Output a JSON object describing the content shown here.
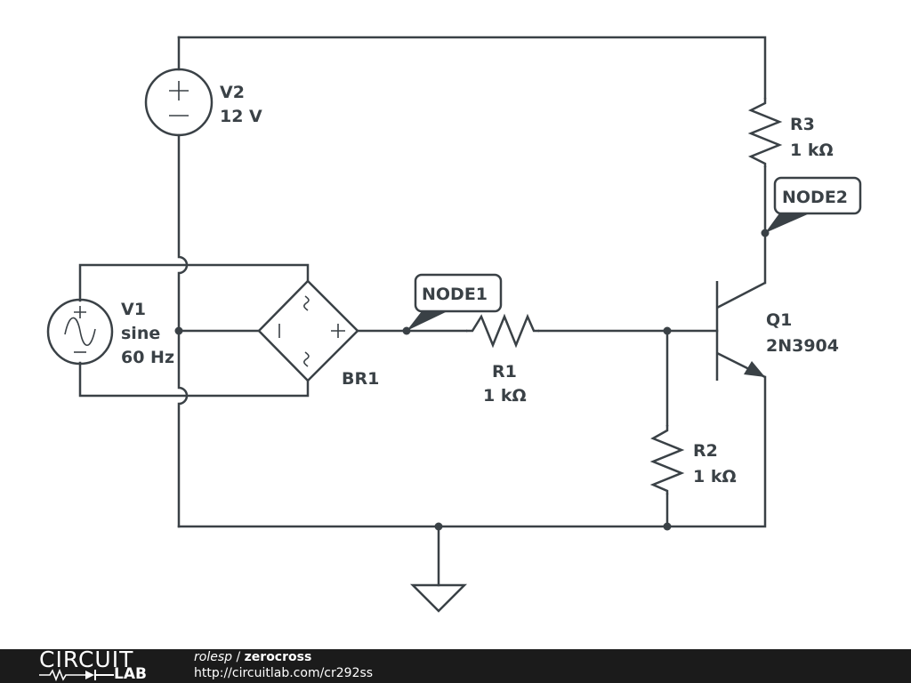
{
  "components": {
    "V2": {
      "name": "V2",
      "value": "12 V"
    },
    "V1": {
      "name": "V1",
      "type": "sine",
      "value": "60 Hz"
    },
    "BR1": {
      "name": "BR1",
      "pins": {
        "ac1": "~",
        "ac2": "~",
        "neg": "−",
        "pos": "+"
      }
    },
    "R1": {
      "name": "R1",
      "value": "1 kΩ"
    },
    "R2": {
      "name": "R2",
      "value": "1 kΩ"
    },
    "R3": {
      "name": "R3",
      "value": "1 kΩ"
    },
    "Q1": {
      "name": "Q1",
      "value": "2N3904"
    }
  },
  "nodes": {
    "node1": "NODE1",
    "node2": "NODE2"
  },
  "symbols": {
    "plus": "+",
    "minus": "−"
  },
  "footer": {
    "logo_top": "CIRCUIT",
    "logo_bottom": "LAB",
    "user": "rolesp",
    "separator": " / ",
    "title": "zerocross",
    "url": "http://circuitlab.com/cr292ss"
  }
}
